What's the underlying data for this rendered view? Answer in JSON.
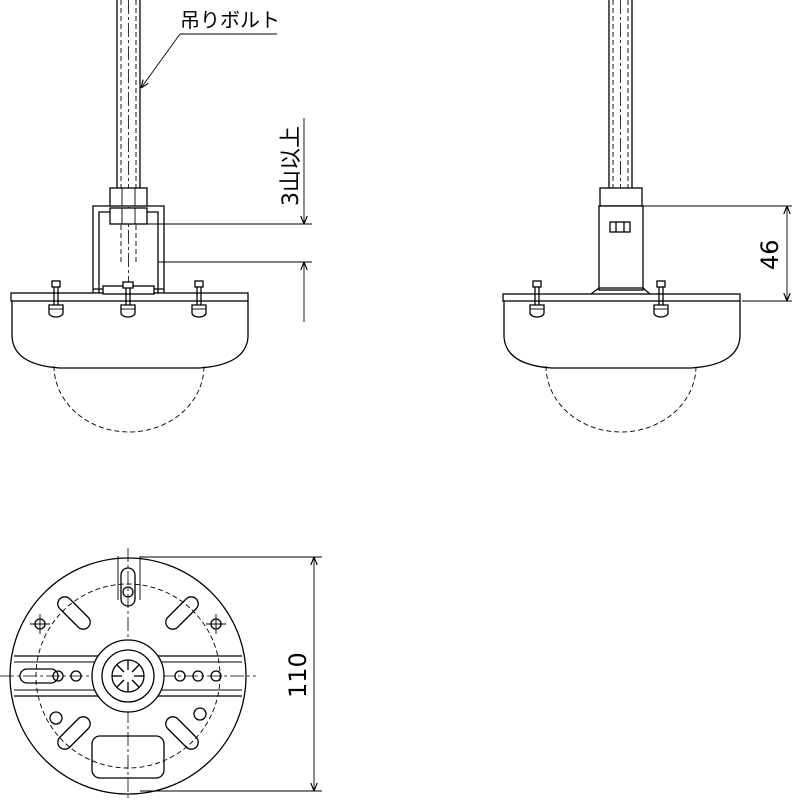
{
  "labels": {
    "bolt_callout": "吊りボルト",
    "clearance": "3山以上",
    "height_dim": "46",
    "diameter_dim": "110"
  },
  "colors": {
    "line": "#000000",
    "background": "#ffffff"
  }
}
